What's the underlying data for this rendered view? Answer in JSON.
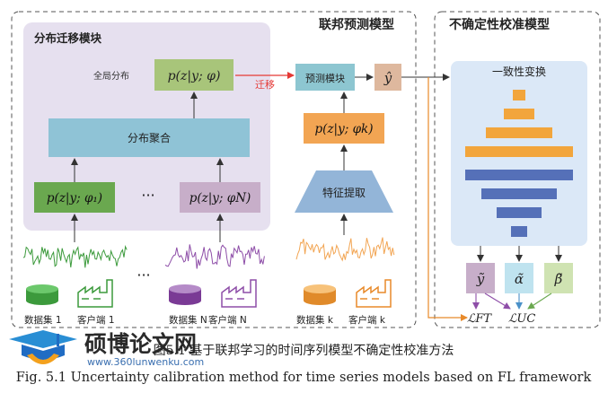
{
  "sections": {
    "distribution_transfer": "分布迁移模块",
    "federated_prediction": "联邦预测模型",
    "uncertainty_calibration": "不确定性校准模型"
  },
  "nodes": {
    "global_distribution_label": "全局分布",
    "global_distribution": "p(z|y; φ)",
    "aggregation": "分布聚合",
    "local_dist_1": "p(z|y; φ₁)",
    "local_dist_n": "p(z|y; φN)",
    "ellipsis": "···",
    "prediction_module": "预测模块",
    "y_hat": "ŷ",
    "local_dist_k": "p(z|y; φk)",
    "feature_extraction": "特征提取",
    "consistency_transform": "一致性变换",
    "y_tilde": "ỹ",
    "alpha_tilde": "α̃",
    "beta_tilde": "β̃",
    "loss_ft": "ℒFT",
    "loss_uc": "ℒUC"
  },
  "edges": {
    "transfer_label": "迁移"
  },
  "clients": {
    "dataset_1": "数据集 1",
    "client_1": "客户端 1",
    "dataset_n": "数据集 N",
    "client_n": "客户端 N",
    "dataset_k": "数据集 k",
    "client_k": "客户端 k"
  },
  "watermark": {
    "name": "硕博论文网",
    "url": "www.360lunwenku.com"
  },
  "caption": {
    "zh": "图5.1 基于联邦学习的时间序列模型不确定性校准方法",
    "en": "Fig. 5.1 Uncertainty calibration method for time series models based on FL framework"
  },
  "colors": {
    "panel_purple": "#e6e0ef",
    "aggregation_blue": "#8fc3d6",
    "global_green": "#a8c57a",
    "local_green": "#6aa84f",
    "local_purple": "#c7aec9",
    "prediction_teal": "#8dc6d1",
    "yhat_tan": "#deb89e",
    "local_orange": "#f2a553",
    "feature_blue": "#93b5d8",
    "consistency_panel": "#dbe8f7",
    "bar_orange": "#f2a53c",
    "bar_blue": "#5570b8",
    "transfer_red": "#e53935",
    "wave_green": "#3c9a3c",
    "wave_purple": "#8e4ea8",
    "wave_orange": "#f2a553"
  }
}
